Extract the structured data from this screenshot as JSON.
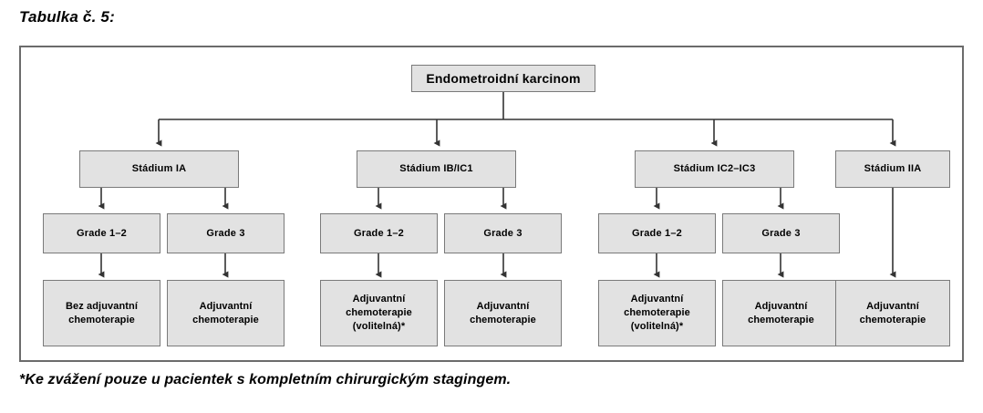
{
  "figure": {
    "title": "Tabulka č. 5:",
    "footnote": "*Ke zvážení pouze u pacientek s kompletním chirurgickým stagingem."
  },
  "colors": {
    "box_fill": "#e2e2e2",
    "box_border": "#7a7a7a",
    "frame_border": "#6b6b6b",
    "connector": "#333333",
    "text": "#000000",
    "page_background": "#ffffff"
  },
  "diagram": {
    "type": "flowchart",
    "orientation": "top-down",
    "root": {
      "label": "Endometroidní karcinom"
    },
    "stages": [
      {
        "id": "stage-ia",
        "label": "Stádium IA"
      },
      {
        "id": "stage-ib-ic1",
        "label": "Stádium IB/IC1"
      },
      {
        "id": "stage-ic2-ic3",
        "label": "Stádium IC2–IC3"
      },
      {
        "id": "stage-iia",
        "label": "Stádium IIA"
      }
    ],
    "grades": [
      {
        "id": "grade-1",
        "stage": "stage-ia",
        "label": "Grade 1–2"
      },
      {
        "id": "grade-2",
        "stage": "stage-ia",
        "label": "Grade 3"
      },
      {
        "id": "grade-3",
        "stage": "stage-ib-ic1",
        "label": "Grade 1–2"
      },
      {
        "id": "grade-4",
        "stage": "stage-ib-ic1",
        "label": "Grade 3"
      },
      {
        "id": "grade-5",
        "stage": "stage-ic2-ic3",
        "label": "Grade 1–2"
      },
      {
        "id": "grade-6",
        "stage": "stage-ic2-ic3",
        "label": "Grade 3"
      }
    ],
    "treatments": [
      {
        "id": "treatment-1",
        "parent": "grade-1",
        "label": "Bez adjuvantní\nchemoterapie"
      },
      {
        "id": "treatment-2",
        "parent": "grade-2",
        "label": "Adjuvantní\nchemoterapie"
      },
      {
        "id": "treatment-3",
        "parent": "grade-3",
        "label": "Adjuvantní\nchemoterapie\n(volitelná)*"
      },
      {
        "id": "treatment-4",
        "parent": "grade-4",
        "label": "Adjuvantní\nchemoterapie"
      },
      {
        "id": "treatment-5",
        "parent": "grade-5",
        "label": "Adjuvantní\nchemoterapie\n(volitelná)*"
      },
      {
        "id": "treatment-6",
        "parent": "grade-6",
        "label": "Adjuvantní\nchemoterapie"
      },
      {
        "id": "treatment-7",
        "parent": "stage-iia",
        "label": "Adjuvantní\nchemoterapie"
      }
    ]
  }
}
